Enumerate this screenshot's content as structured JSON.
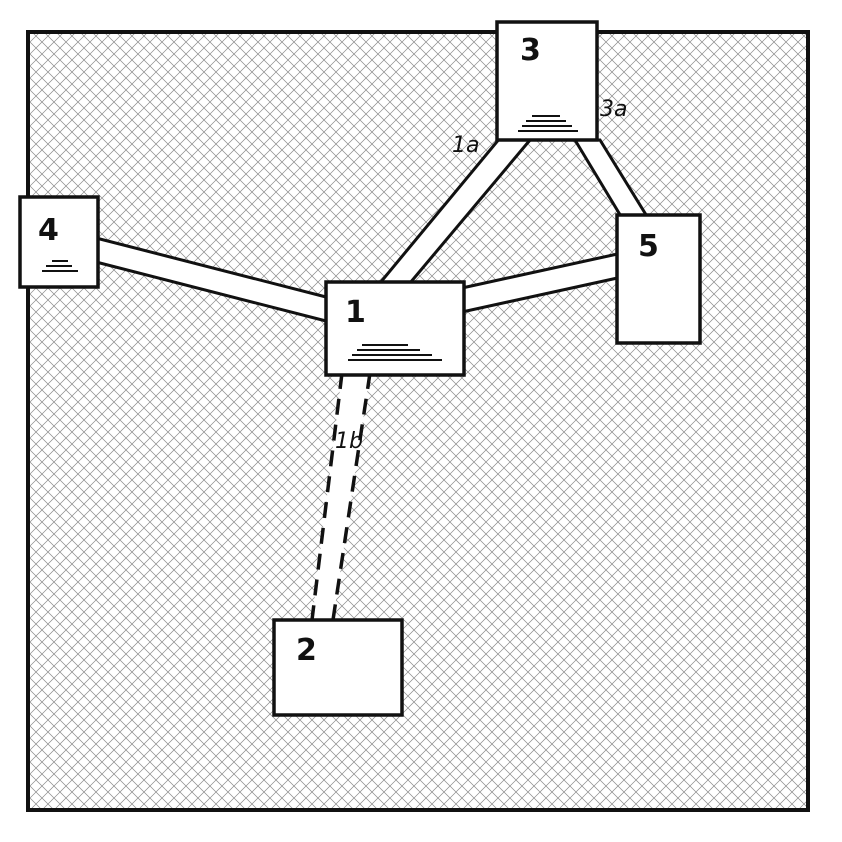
{
  "rooms": [
    {
      "id": "1",
      "label": "1",
      "has_stairs": true
    },
    {
      "id": "2",
      "label": "2",
      "has_stairs": false
    },
    {
      "id": "3",
      "label": "3",
      "has_stairs": true
    },
    {
      "id": "4",
      "label": "4",
      "has_stairs": true
    },
    {
      "id": "5",
      "label": "5",
      "has_stairs": false
    }
  ],
  "corridors": [
    {
      "from": "1",
      "to": "3",
      "label": "1a",
      "style": "solid"
    },
    {
      "from": "1",
      "to": "2",
      "label": "1b",
      "style": "dashed"
    },
    {
      "from": "3",
      "to": "5",
      "label": "3a",
      "style": "solid"
    },
    {
      "from": "1",
      "to": "4",
      "label": "",
      "style": "solid"
    },
    {
      "from": "1",
      "to": "5",
      "label": "",
      "style": "solid"
    }
  ],
  "colors": {
    "ink": "#111111",
    "hatch": "#8a8a8a",
    "room_fill": "#ffffff"
  }
}
